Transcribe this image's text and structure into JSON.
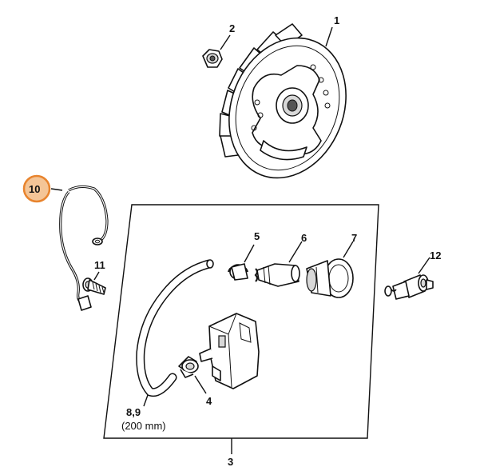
{
  "callouts": {
    "c1": "1",
    "c2": "2",
    "c3": "3",
    "c4": "4",
    "c5": "5",
    "c6": "6",
    "c7": "7",
    "c89": "8,9",
    "c89_note": "(200 mm)",
    "c10": "10",
    "c11": "11",
    "c12": "12"
  },
  "colors": {
    "highlight_fill": "#f4c597",
    "highlight_stroke": "#e8842e",
    "line": "#111111"
  }
}
